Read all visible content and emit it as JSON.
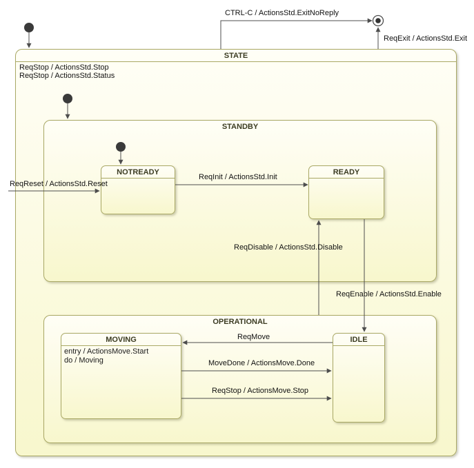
{
  "states": {
    "state": {
      "title": "STATE",
      "internal": [
        "ReqStop / ActionsStd.Stop",
        "ReqStop / ActionsStd.Status"
      ]
    },
    "standby": {
      "title": "STANDBY"
    },
    "notready": {
      "title": "NOTREADY"
    },
    "ready": {
      "title": "READY"
    },
    "operational": {
      "title": "OPERATIONAL"
    },
    "moving": {
      "title": "MOVING",
      "internal": [
        "entry / ActionsMove.Start",
        "do / Moving"
      ]
    },
    "idle": {
      "title": "IDLE"
    }
  },
  "transitions": {
    "ctrl_c": {
      "label": "CTRL-C / ActionsStd.ExitNoReply"
    },
    "req_exit": {
      "label": "ReqExit / ActionsStd.Exit"
    },
    "req_reset": {
      "label": "ReqReset / ActionsStd.Reset"
    },
    "req_init": {
      "label": "ReqInit / ActionsStd.Init"
    },
    "req_disable": {
      "label": "ReqDisable / ActionsStd.Disable"
    },
    "req_enable": {
      "label": "ReqEnable / ActionsStd.Enable"
    },
    "req_move": {
      "label": "ReqMove"
    },
    "move_done": {
      "label": "MoveDone / ActionsMove.Done"
    },
    "req_stop_move": {
      "label": "ReqStop / ActionsMove.Stop"
    }
  },
  "colors": {
    "state_fill_top": "#fffef6",
    "state_fill_bottom": "#f8f7cd",
    "state_border": "#a9a865",
    "line": "#4d4d4d",
    "title_text": "#3b3b22",
    "label_text": "#111111"
  }
}
